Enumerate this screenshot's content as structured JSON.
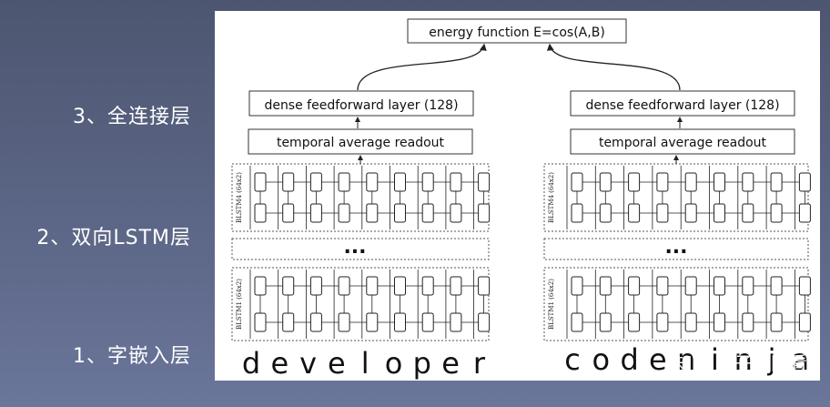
{
  "side_labels": {
    "fully_connected": "3、全连接层",
    "bilstm": "2、双向LSTM层",
    "embedding": "1、字嵌入层"
  },
  "diagram": {
    "energy_label": "energy function E=cos(A,B)",
    "dense_label": "dense feedforward layer (128)",
    "readout_label": "temporal average readout",
    "blstm_top_label": "BLSTM4 (64x2)",
    "blstm_bottom_label": "BLSTM1 (64x2)",
    "ellipsis": "...",
    "left_word": [
      "d",
      "e",
      "v",
      "e",
      "l",
      "o",
      "p",
      "e",
      "r"
    ],
    "right_word": [
      "c",
      "o",
      "d",
      "e",
      "n",
      "i",
      "n",
      "j",
      "a"
    ]
  },
  "watermark": "知乎 @子然刚看"
}
